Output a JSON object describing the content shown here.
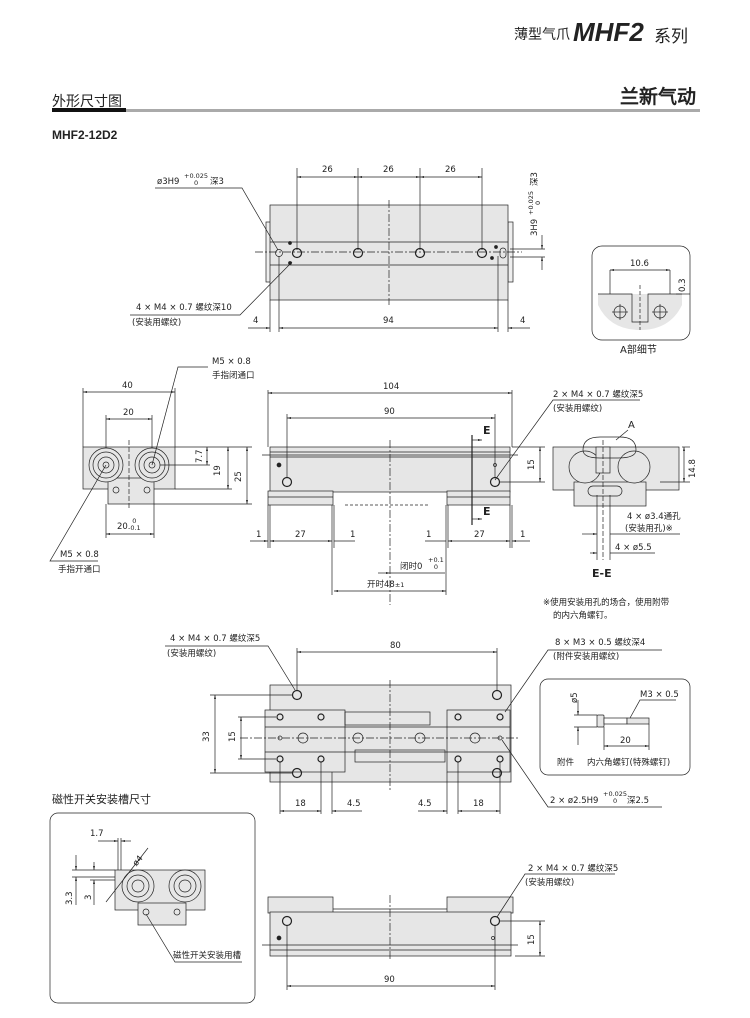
{
  "header": {
    "subtitle": "薄型气爪",
    "model_series": "MHF2",
    "series": "系列",
    "section_title": "外形尺寸图",
    "brand": "兰新气动",
    "model": "MHF2-12D2"
  },
  "top_view": {
    "hole_spacing": [
      "26",
      "26",
      "26"
    ],
    "pin_hole_label": "ø3H9",
    "pin_tol_upper": "+0.025",
    "pin_tol_lower": "0",
    "pin_depth": "深3",
    "side_pin_label": "3H9",
    "side_tol_upper": "+0.025",
    "side_tol_lower": "0",
    "side_depth": "深3",
    "thread_label": "4 × M4 × 0.7 螺纹深10",
    "thread_note": "(安装用螺纹)",
    "dim_left": "4",
    "dim_center": "94",
    "dim_right": "4"
  },
  "detail_a": {
    "dim_width": "10.6",
    "dim_gap": "0.3",
    "caption": "A部细节"
  },
  "end_view": {
    "dim_width": "40",
    "dim_port_pitch": "20",
    "dim_7_7": "7.7",
    "dim_19": "19",
    "dim_25": "25",
    "dim_bottom": "20",
    "bottom_tol_upper": "0",
    "bottom_tol_lower": "-0.1",
    "close_port_thread": "M5 × 0.8",
    "close_port_label": "手指闭通口",
    "open_port_thread": "M5 × 0.8",
    "open_port_label": "手指开通口"
  },
  "front_view": {
    "dim_total": "104",
    "dim_holes": "90",
    "section_mark": "E",
    "dim_height": "15",
    "bottom_dims": [
      "1",
      "27",
      "1",
      "1",
      "27",
      "1"
    ],
    "closed_label": "闭时0",
    "closed_tol_upper": "+0.1",
    "closed_tol_lower": "0",
    "open_label": "开时48",
    "open_tol": "±1",
    "thread_label": "2 × M4 × 0.7 螺纹深5",
    "thread_note": "(安装用螺纹)"
  },
  "section_ee": {
    "detail_ref": "A",
    "dim_height": "14.8",
    "hole_label": "4 × ø3.4通孔",
    "hole_note": "(安装用孔)※",
    "cbore_label": "4 × ø5.5",
    "title": "E-E",
    "note_line1": "※使用安装用孔的场合，使用附带",
    "note_line2": "的内六角螺钉。"
  },
  "bottom_view": {
    "thread_label": "4 × M4 × 0.7 螺纹深5",
    "thread_note": "(安装用螺纹)",
    "dim_80": "80",
    "dim_33": "33",
    "dim_15": "15",
    "bottom_dims": [
      "18",
      "4.5",
      "4.5",
      "18"
    ],
    "attach_thread": "8 × M3 × 0.5 螺纹深4",
    "attach_note": "(附件安装用螺纹)",
    "pin_label": "2 × ø2.5H9",
    "pin_tol_upper": "+0.025",
    "pin_tol_lower": "0",
    "pin_depth": "深2.5"
  },
  "accessory": {
    "dia_label": "ø5",
    "thread": "M3 × 0.5",
    "length": "20",
    "caption_prefix": "附件",
    "caption": "内六角螺钉(特殊螺钉)"
  },
  "switch_slot": {
    "title": "磁性开关安装槽尺寸",
    "dim_1_7": "1.7",
    "dim_dia": "ø4",
    "dim_3_3": "3.3",
    "dim_3": "3",
    "label": "磁性开关安装用槽"
  },
  "rear_view": {
    "thread_label": "2 × M4 × 0.7 螺纹深5",
    "thread_note": "(安装用螺纹)",
    "dim_height": "15",
    "dim_holes": "90"
  }
}
